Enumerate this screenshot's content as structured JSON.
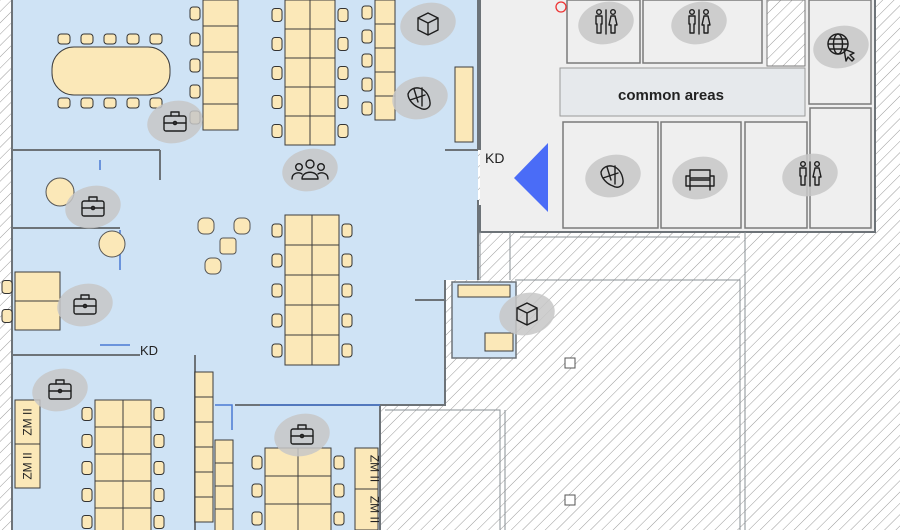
{
  "plan": {
    "common_areas_label": "common areas",
    "kd_labels": [
      "KD",
      "KD"
    ],
    "zm_labels": [
      "ZM II",
      "ZM II",
      "ZM II",
      "ZM II"
    ],
    "icons": [
      "briefcase-icon",
      "box-icon",
      "croissant-icon",
      "people-icon",
      "briefcase-icon",
      "briefcase-icon",
      "box-icon",
      "briefcase-icon",
      "briefcase-icon",
      "restroom-icon",
      "restroom-icon",
      "restroom-icon",
      "globe-cursor-icon",
      "croissant-icon",
      "armchair-icon"
    ],
    "colors": {
      "office": "#cfe3f5",
      "common": "#efefef",
      "desk": "#fbe8b8",
      "marker": "#4a6cf7",
      "blob": "#c7c7c7"
    }
  }
}
